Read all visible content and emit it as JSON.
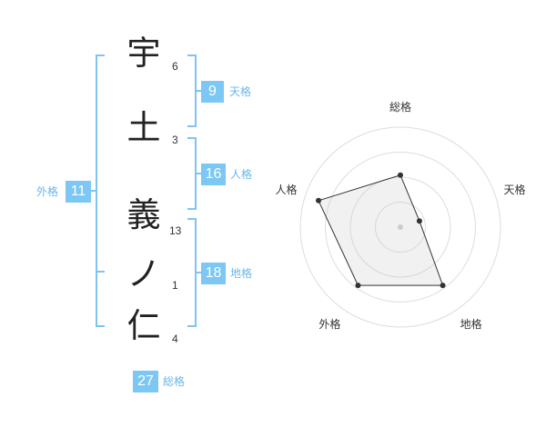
{
  "name_chars": [
    {
      "char": "宇",
      "strokes": "6"
    },
    {
      "char": "土",
      "strokes": "3"
    },
    {
      "char": "義",
      "strokes": "13"
    },
    {
      "char": "ノ",
      "strokes": "1"
    },
    {
      "char": "仁",
      "strokes": "4"
    }
  ],
  "fortunes": {
    "tenkaku": {
      "value": "9",
      "label": "天格"
    },
    "jinkaku": {
      "value": "16",
      "label": "人格"
    },
    "chikaku": {
      "value": "18",
      "label": "地格"
    },
    "gaikaku": {
      "value": "11",
      "label": "外格"
    },
    "soukaku": {
      "value": "27",
      "label": "総格"
    }
  },
  "colors": {
    "accent": "#7cc7f4",
    "bracket": "#7fc4f0"
  },
  "chart_data": {
    "type": "radar",
    "axes": [
      "総格",
      "天格",
      "地格",
      "外格",
      "人格"
    ],
    "values": [
      0.52,
      0.2,
      0.72,
      0.72,
      0.86
    ],
    "max": 1,
    "rings": 4
  }
}
